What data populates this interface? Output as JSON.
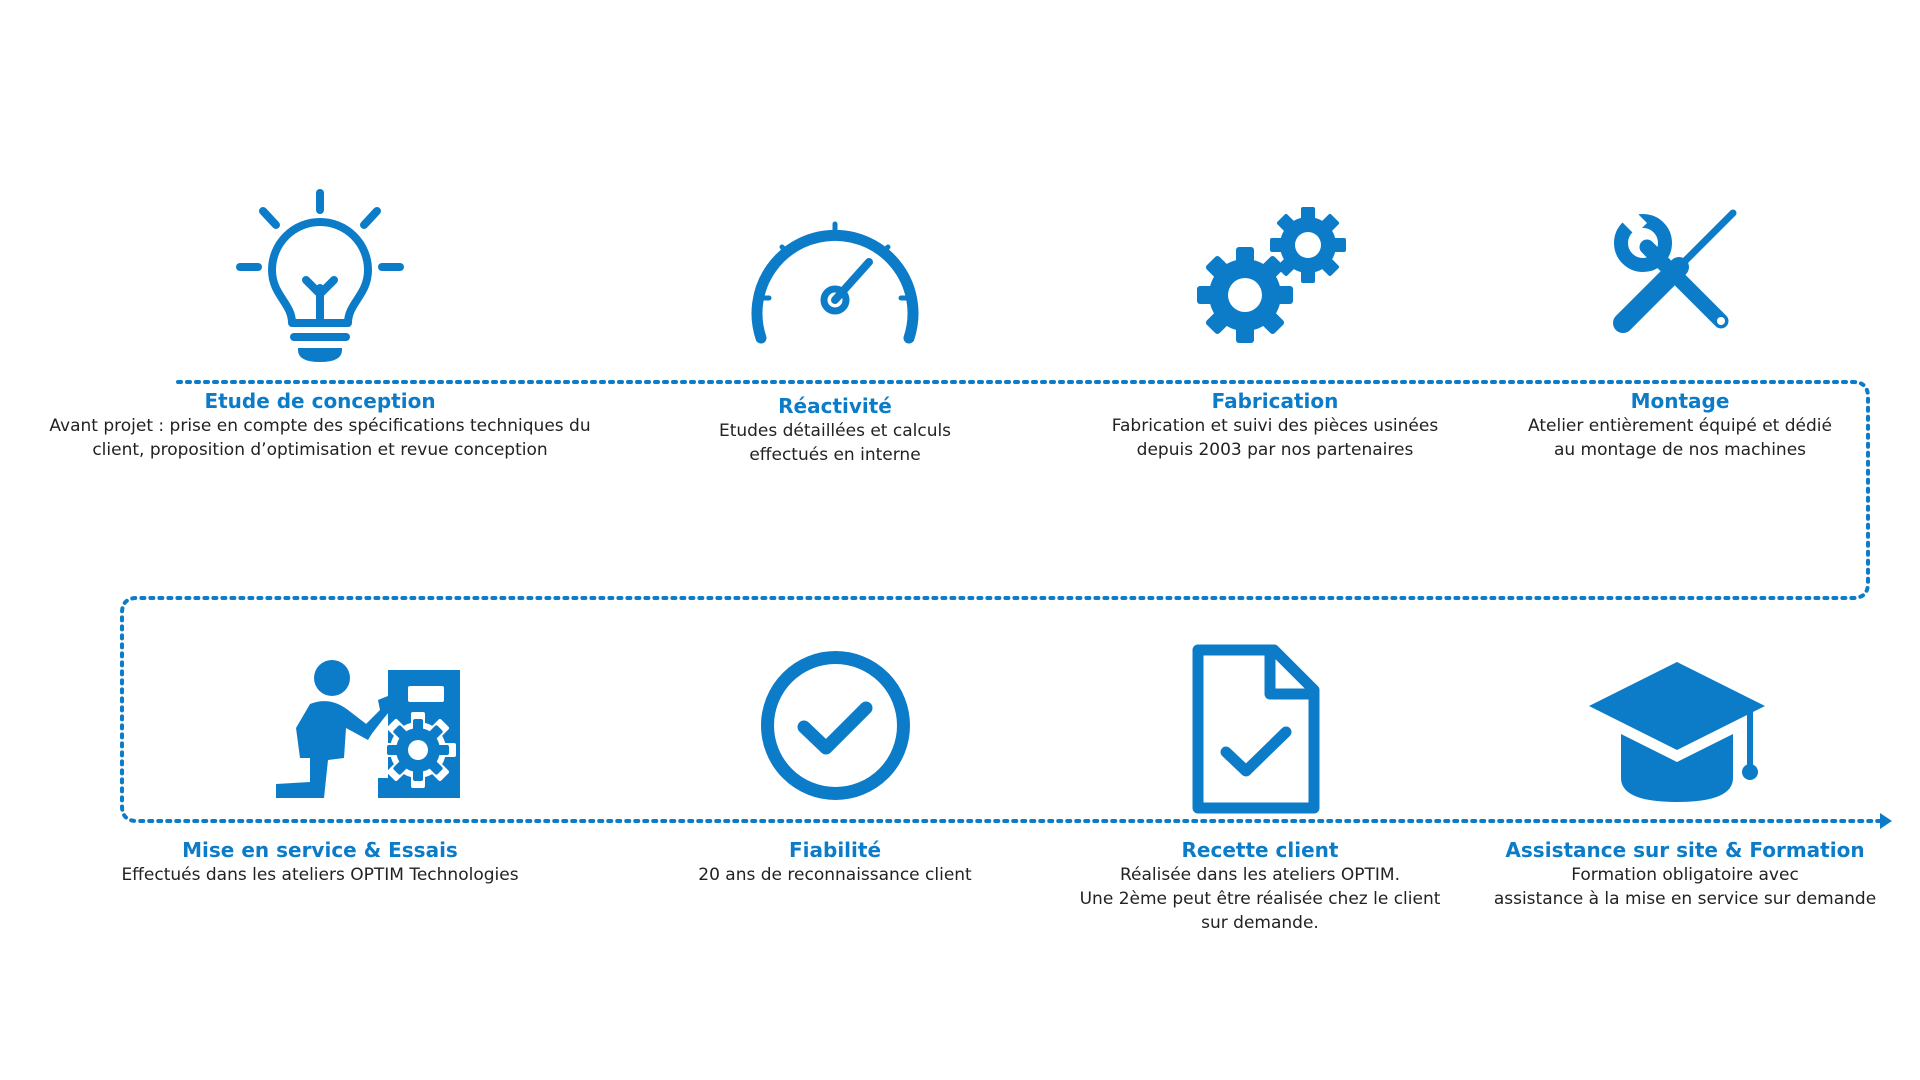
{
  "colors": {
    "accent": "#0C7CC9",
    "text": "#222222",
    "background": "#ffffff"
  },
  "steps": [
    {
      "icon": "lightbulb-icon",
      "title": "Etude de conception",
      "description_lines": [
        "Avant projet : prise en compte des spécifications techniques du",
        "client, proposition d’optimisation et revue conception"
      ]
    },
    {
      "icon": "speedometer-icon",
      "title": "Réactivité",
      "description_lines": [
        "Etudes détaillées et calculs",
        "effectués en interne"
      ]
    },
    {
      "icon": "gears-icon",
      "title": "Fabrication",
      "description_lines": [
        "Fabrication et suivi des pièces usinées",
        "depuis 2003 par nos partenaires"
      ]
    },
    {
      "icon": "wrench-screwdriver-icon",
      "title": "Montage",
      "description_lines": [
        "Atelier entièrement équipé et dédié",
        "au montage de nos machines"
      ]
    },
    {
      "icon": "technician-machine-icon",
      "title": "Mise en service & Essais",
      "description_lines": [
        "Effectués dans les ateliers OPTIM Technologies"
      ]
    },
    {
      "icon": "check-circle-icon",
      "title": "Fiabilité",
      "description_lines": [
        "20 ans de reconnaissance client"
      ]
    },
    {
      "icon": "document-check-icon",
      "title": "Recette client",
      "description_lines": [
        "Réalisée dans les ateliers OPTIM.",
        "Une 2ème peut être réalisée chez le client",
        "sur demande."
      ]
    },
    {
      "icon": "graduation-cap-icon",
      "title": "Assistance sur site & Formation",
      "description_lines": [
        "Formation obligatoire avec",
        "assistance à la mise en service sur demande"
      ]
    }
  ]
}
